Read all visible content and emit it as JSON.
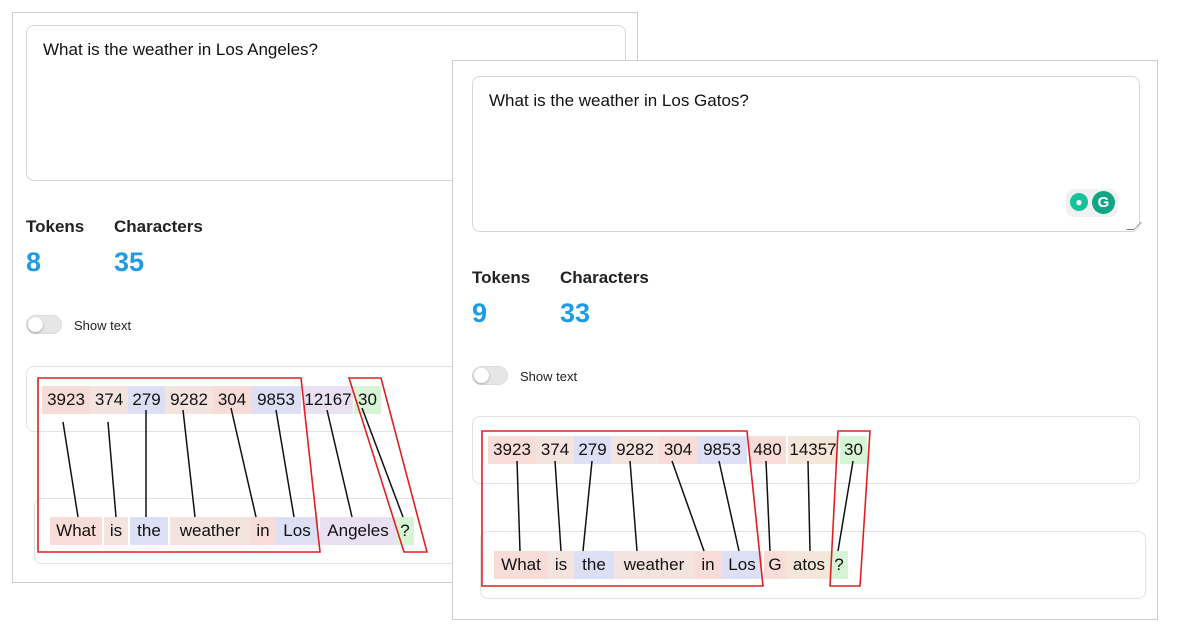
{
  "left": {
    "input_text": "What is the weather in Los Angeles?",
    "tokens_label": "Tokens",
    "characters_label": "Characters",
    "tokens_value": "8",
    "characters_value": "35",
    "toggle_label": "Show text",
    "token_ids": [
      "3923",
      "374",
      "279",
      "9282",
      "304",
      "9853",
      "12167",
      "30"
    ],
    "words": [
      "What",
      "is",
      "the",
      "weather",
      "in",
      "Los",
      "Angeles",
      "?"
    ]
  },
  "right": {
    "input_text": "What is the weather in Los Gatos?",
    "tokens_label": "Tokens",
    "characters_label": "Characters",
    "tokens_value": "9",
    "characters_value": "33",
    "toggle_label": "Show text",
    "token_ids": [
      "3923",
      "374",
      "279",
      "9282",
      "304",
      "9853",
      "480",
      "14357",
      "30"
    ],
    "words": [
      "What",
      "is",
      "the",
      "weather",
      "in",
      "Los",
      "G",
      "atos",
      "?"
    ]
  },
  "colors": {
    "accent_blue": "#1e9be6",
    "highlight_red": "#e02020",
    "grammarly_green": "#15c39a"
  },
  "icons": [
    "grammarly-bulb-icon",
    "grammarly-logo-icon"
  ]
}
